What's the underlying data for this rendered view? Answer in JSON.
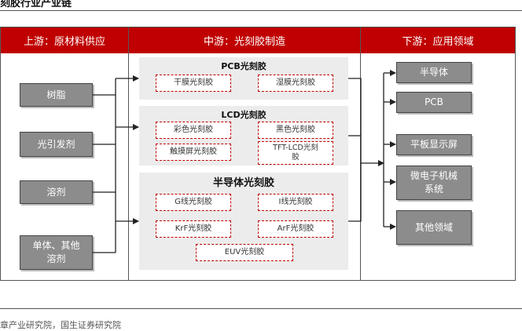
{
  "header": {
    "title": "刻胶行业产业链"
  },
  "upstream": {
    "label": "上游：原材料供应",
    "items": [
      "树脂",
      "光引发剂",
      "溶剂",
      "单体、其他\n溶剂"
    ]
  },
  "midstream": {
    "label": "中游：光刻胶制造",
    "groups": [
      {
        "title": "PCB光刻胶",
        "items": [
          "干膜光刻胶",
          "湿膜光刻胶"
        ]
      },
      {
        "title": "LCD光刻胶",
        "items": [
          "彩色光刻胶",
          "黑色光刻胶",
          "触摸屏光刻胶",
          "TFT-LCD光刻\n胶"
        ]
      },
      {
        "title": "半导体光刻胶",
        "items": [
          "G线光刻胶",
          "I线光刻胶",
          "KrF光刻胶",
          "ArF光刻胶",
          "EUV光刻胶"
        ]
      }
    ]
  },
  "downstream": {
    "label": "下游：应用领域",
    "items": [
      "半导体",
      "PCB",
      "平板显示屏",
      "微电子机械\n系统",
      "其他领域"
    ]
  },
  "footer": {
    "source": "章产业研究院，国生证券研究院"
  },
  "colors": {
    "header_red": "#c00000",
    "box_gray": "#8c8c8c",
    "group_gray": "#ececec",
    "dash_red": "#c00000"
  }
}
